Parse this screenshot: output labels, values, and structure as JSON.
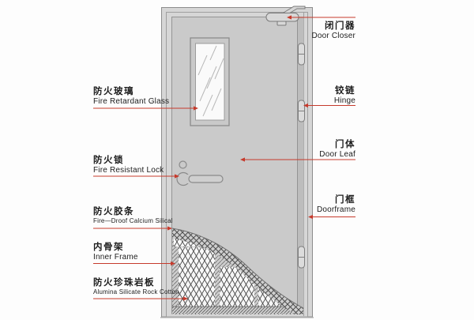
{
  "doc_title": "Fire door construction diagram",
  "colors": {
    "accent_red": "#c63a2c",
    "door_leaf": "#cacaca",
    "door_frame": "#d6d6d6",
    "page_background": "#fdfdfd"
  },
  "labels": {
    "left": [
      {
        "zh": "防火玻璃",
        "en": "Fire Retardant Glass"
      },
      {
        "zh": "防火锁",
        "en": "Fire Resistant Lock"
      },
      {
        "zh": "防火胶条",
        "en": "Fire—Droof Calcium Silical"
      },
      {
        "zh": "内骨架",
        "en": "Inner Frame"
      },
      {
        "zh": "防火珍珠岩板",
        "en": "Alumina Silicate Rock Cotton"
      }
    ],
    "right": [
      {
        "zh": "闭门器",
        "en": "Door Closer"
      },
      {
        "zh": "铰链",
        "en": "Hinge"
      },
      {
        "zh": "门体",
        "en": "Door Leaf"
      },
      {
        "zh": "门框",
        "en": "Doorframe"
      }
    ]
  }
}
